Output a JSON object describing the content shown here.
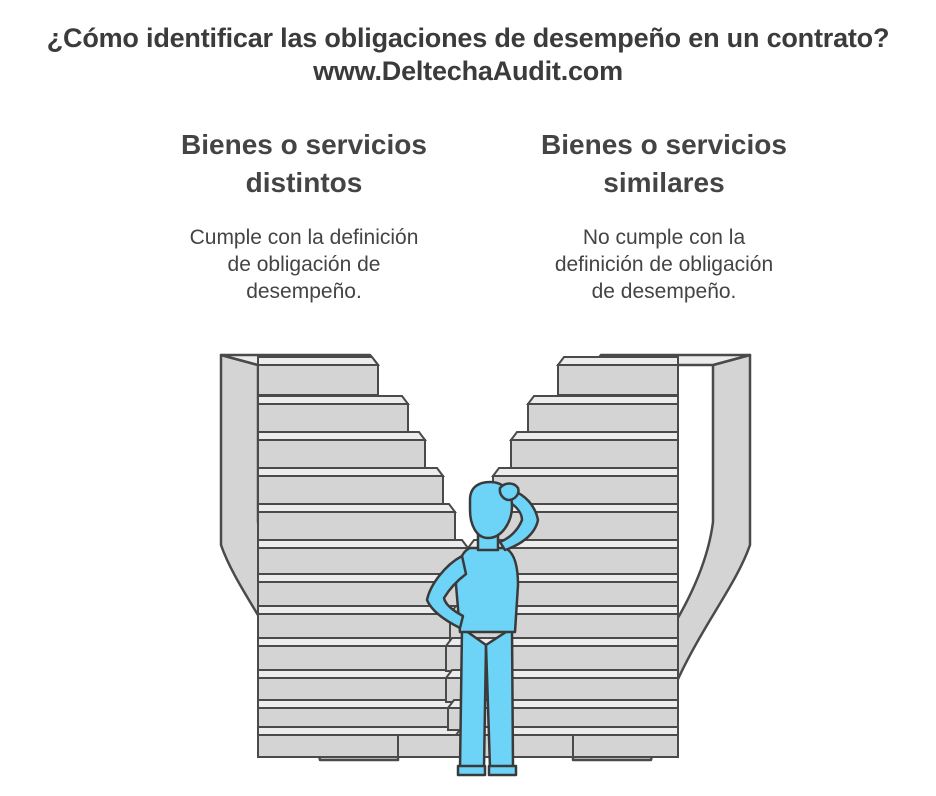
{
  "header": {
    "title": "¿Cómo identificar las obligaciones de desempeño en un contrato?",
    "url": "www.DeltechaAudit.com"
  },
  "options": [
    {
      "heading_line1": "Bienes o servicios",
      "heading_line2": "distintos",
      "desc_line1": "Cumple con la definición",
      "desc_line2": "de obligación de",
      "desc_line3": "desempeño."
    },
    {
      "heading_line1": "Bienes o servicios",
      "heading_line2": "similares",
      "desc_line1": "No cumple con la",
      "desc_line2": "definición de obligación",
      "desc_line3": "de desempeño."
    }
  ],
  "colors": {
    "stair_face": "#d4d4d4",
    "stair_top": "#ececec",
    "outline": "#4a4a4a",
    "person": "#6dd3f7"
  }
}
